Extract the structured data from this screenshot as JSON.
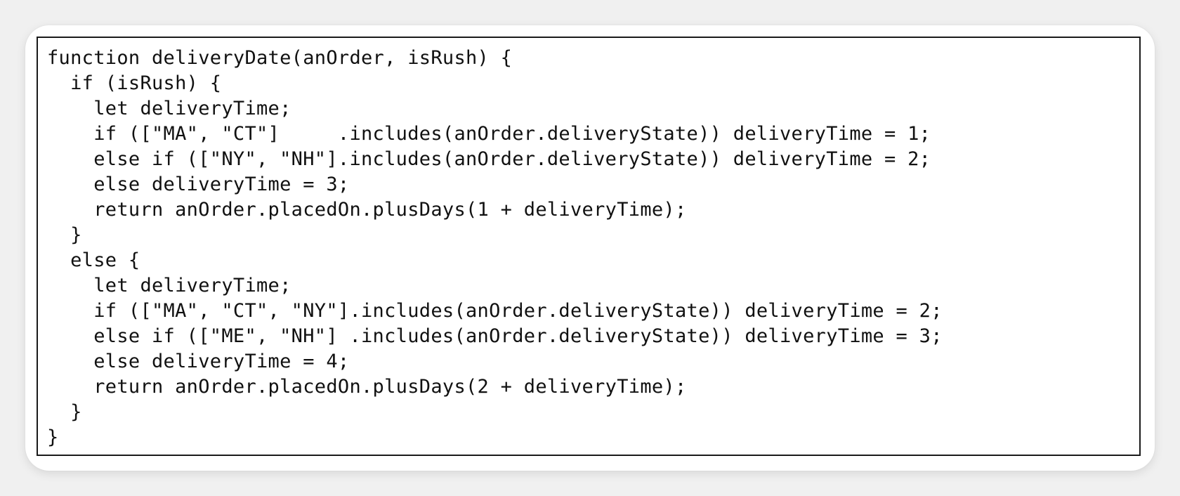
{
  "code": {
    "lines": [
      "function deliveryDate(anOrder, isRush) {",
      "  if (isRush) {",
      "    let deliveryTime;",
      "    if ([\"MA\", \"CT\"]     .includes(anOrder.deliveryState)) deliveryTime = 1;",
      "    else if ([\"NY\", \"NH\"].includes(anOrder.deliveryState)) deliveryTime = 2;",
      "    else deliveryTime = 3;",
      "    return anOrder.placedOn.plusDays(1 + deliveryTime);",
      "  }",
      "  else {",
      "    let deliveryTime;",
      "    if ([\"MA\", \"CT\", \"NY\"].includes(anOrder.deliveryState)) deliveryTime = 2;",
      "    else if ([\"ME\", \"NH\"] .includes(anOrder.deliveryState)) deliveryTime = 3;",
      "    else deliveryTime = 4;",
      "    return anOrder.placedOn.plusDays(2 + deliveryTime);",
      "  }",
      "}"
    ]
  }
}
